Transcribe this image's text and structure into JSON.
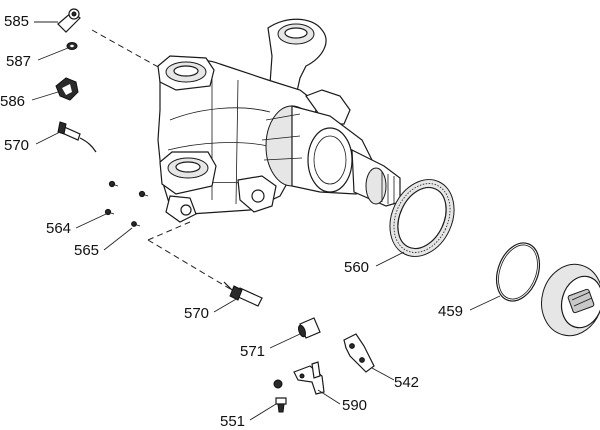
{
  "parts": [
    {
      "id": "p585",
      "label": "585"
    },
    {
      "id": "p587",
      "label": "587"
    },
    {
      "id": "p586",
      "label": "586"
    },
    {
      "id": "p570a",
      "label": "570"
    },
    {
      "id": "p564",
      "label": "564"
    },
    {
      "id": "p565",
      "label": "565"
    },
    {
      "id": "p560",
      "label": "560"
    },
    {
      "id": "p459",
      "label": "459"
    },
    {
      "id": "p570b",
      "label": "570"
    },
    {
      "id": "p571",
      "label": "571"
    },
    {
      "id": "p542",
      "label": "542"
    },
    {
      "id": "p590",
      "label": "590"
    },
    {
      "id": "p551",
      "label": "551"
    }
  ]
}
